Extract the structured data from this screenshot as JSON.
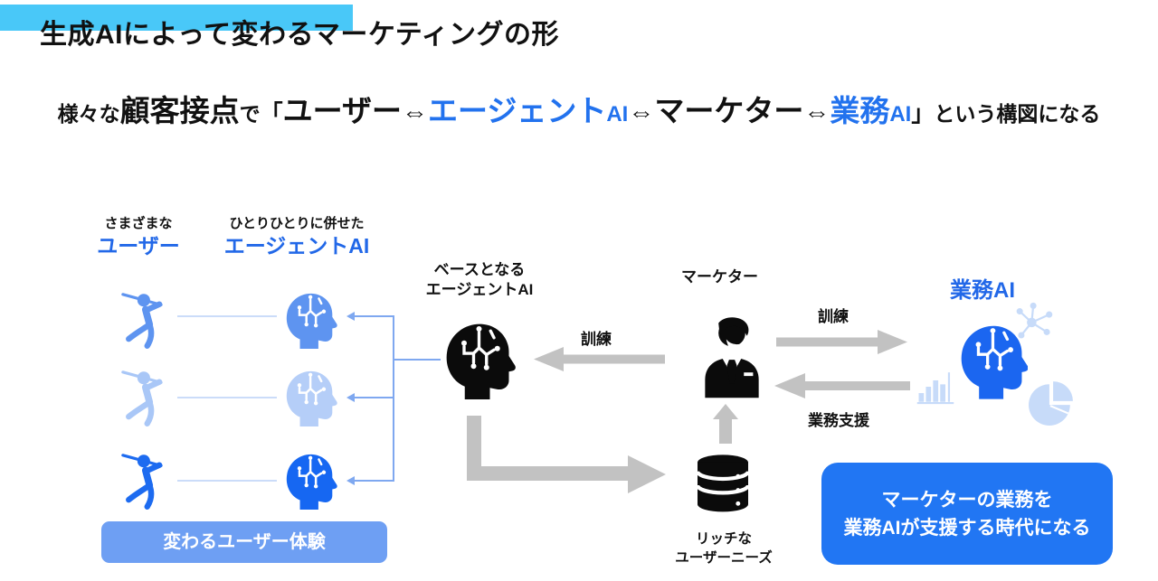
{
  "title": "生成AIによって変わるマーケティングの形",
  "subtitle": {
    "s1": "様々な",
    "s2": "顧客接点",
    "s3": "で",
    "s4": "「",
    "s5": "ユーザー",
    "s6": "⇔",
    "s7": "エージェント",
    "s8": "AI",
    "s9": "⇔",
    "s10": "マーケター",
    "s11": "⇔",
    "s12": "業務",
    "s13": "AI",
    "s14": "」",
    "s15": "という構図になる"
  },
  "left": {
    "users_caption": "さまざまな",
    "users_label": "ユーザー",
    "agents_caption": "ひとりひとりに併せた",
    "agents_label": "エージェントAI",
    "experience_box": "変わるユーザー体験"
  },
  "center": {
    "base_agent_line1": "ベースとなる",
    "base_agent_line2": "エージェントAI",
    "train_label": "訓練"
  },
  "marketer": {
    "label": "マーケター"
  },
  "database": {
    "line1": "リッチな",
    "line2": "ユーザーニーズ"
  },
  "right": {
    "train_label": "訓練",
    "support_label": "業務支援",
    "gyomu_ai_label": "業務AI",
    "conclusion_line1": "マーケターの業務を",
    "conclusion_line2": "業務AIが支援する時代になる"
  },
  "icons": {
    "golfer": "golfer-user-icon",
    "ai_head": "ai-circuit-head-icon",
    "marketer": "businessman-icon",
    "database": "database-icon",
    "molecule": "molecule-icon",
    "bar_chart": "bar-chart-icon",
    "pie_chart": "pie-chart-icon"
  },
  "colors": {
    "highlight_bar": "#49C8F8",
    "accent_blue": "#2272EE",
    "deep_blue": "#1667F2",
    "medium_blue": "#5E94F0",
    "light_blue": "#B5CEF8",
    "pale_blue": "#C7DBF9",
    "arrow_gray": "#C2C2C2",
    "experience_box_bg": "#6E9FF3",
    "conclusion_box_bg": "#2176F3"
  }
}
